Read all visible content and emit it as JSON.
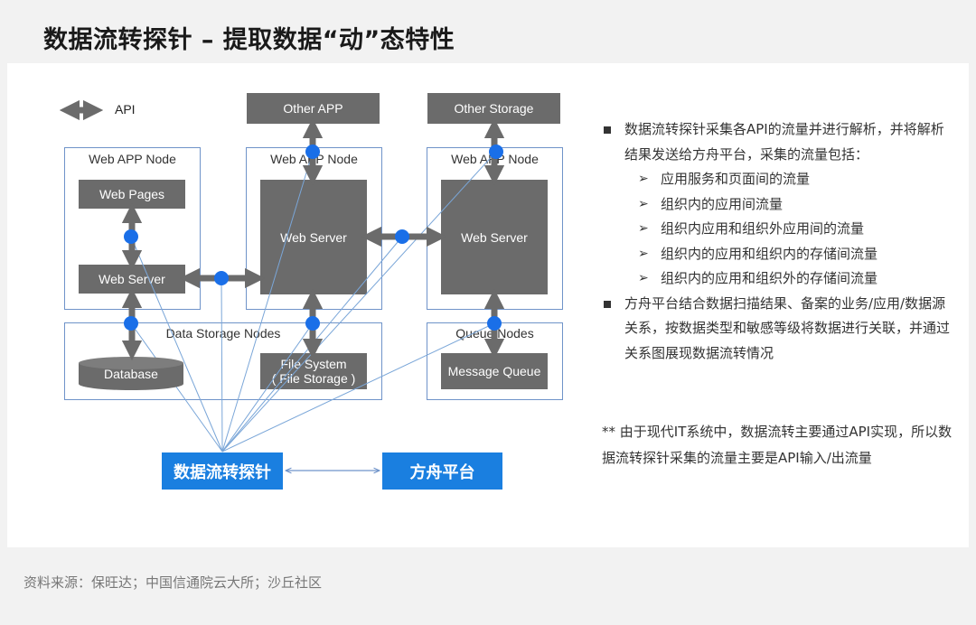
{
  "title": "数据流转探针 – 提取数据“动”态特性",
  "source": "资料来源：保旺达；中国信通院云大所；沙丘社区",
  "diagram": {
    "legend_api": "API",
    "other_app": "Other APP",
    "other_storage": "Other Storage",
    "web_app_node_1": "Web APP Node",
    "web_app_node_2": "Web APP Node",
    "web_app_node_3": "Web APP Node",
    "web_pages": "Web Pages",
    "web_server_small": "Web Server",
    "web_server_mid": "Web Server",
    "web_server_right": "Web Server",
    "data_storage_nodes": "Data Storage Nodes",
    "database": "Database",
    "file_system_line1": "File System",
    "file_system_line2": "( File Storage )",
    "queue_nodes": "Queue Nodes",
    "message_queue": "Message Queue",
    "probe": "数据流转探针",
    "platform": "方舟平台"
  },
  "bullets": {
    "b1": "数据流转探针采集各API的流量并进行解析，并将解析结果发送给方舟平台，采集的流量包括：",
    "subs": [
      "应用服务和页面间的流量",
      "组织内的应用间流量",
      "组织内应用和组织外应用间的流量",
      "组织内的应用和组织内的存储间流量",
      "组织内的应用和组织外的存储间流量"
    ],
    "sub_marker": "➢",
    "b2": "方舟平台结合数据扫描结果、备案的业务/应用/数据源关系，按数据类型和敏感等级将数据进行关联，并通过关系图展现数据流转情况"
  },
  "note": "** 由于现代IT系统中，数据流转主要通过API实现，所以数据流转探针采集的流量主要是API输入/出流量",
  "colors": {
    "gray_box": "#6b6b6b",
    "blue": "#1a7fe0",
    "node_border": "#6f93c9",
    "dot": "#1a6fe8",
    "arrow": "#6b6b6b",
    "line": "#7aa6d8"
  }
}
